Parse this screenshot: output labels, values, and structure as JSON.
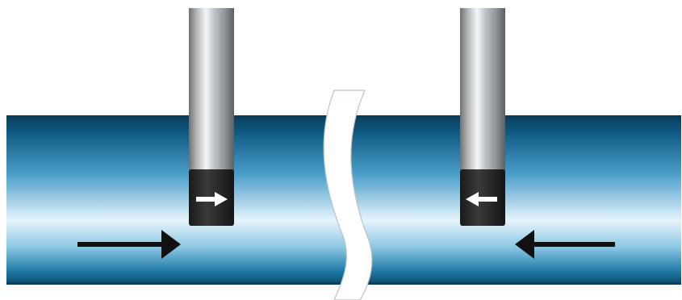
{
  "diagram": {
    "pipe": {
      "color_dark": "#0b4f72",
      "color_mid": "#2f8fbf",
      "color_light": "#d8eef8"
    },
    "sensors": [
      {
        "position": "left",
        "arrow_direction": "right",
        "cap_color": "#2a2a2a"
      },
      {
        "position": "right",
        "arrow_direction": "left",
        "cap_color": "#2a2a2a"
      }
    ],
    "flow_arrows": [
      {
        "side": "left",
        "direction": "right",
        "color": "#111111"
      },
      {
        "side": "right",
        "direction": "left",
        "color": "#111111"
      }
    ],
    "break": {
      "style": "wavy-gap",
      "color": "#ffffff"
    },
    "icons": [
      "right-arrow-icon",
      "left-arrow-icon"
    ]
  }
}
